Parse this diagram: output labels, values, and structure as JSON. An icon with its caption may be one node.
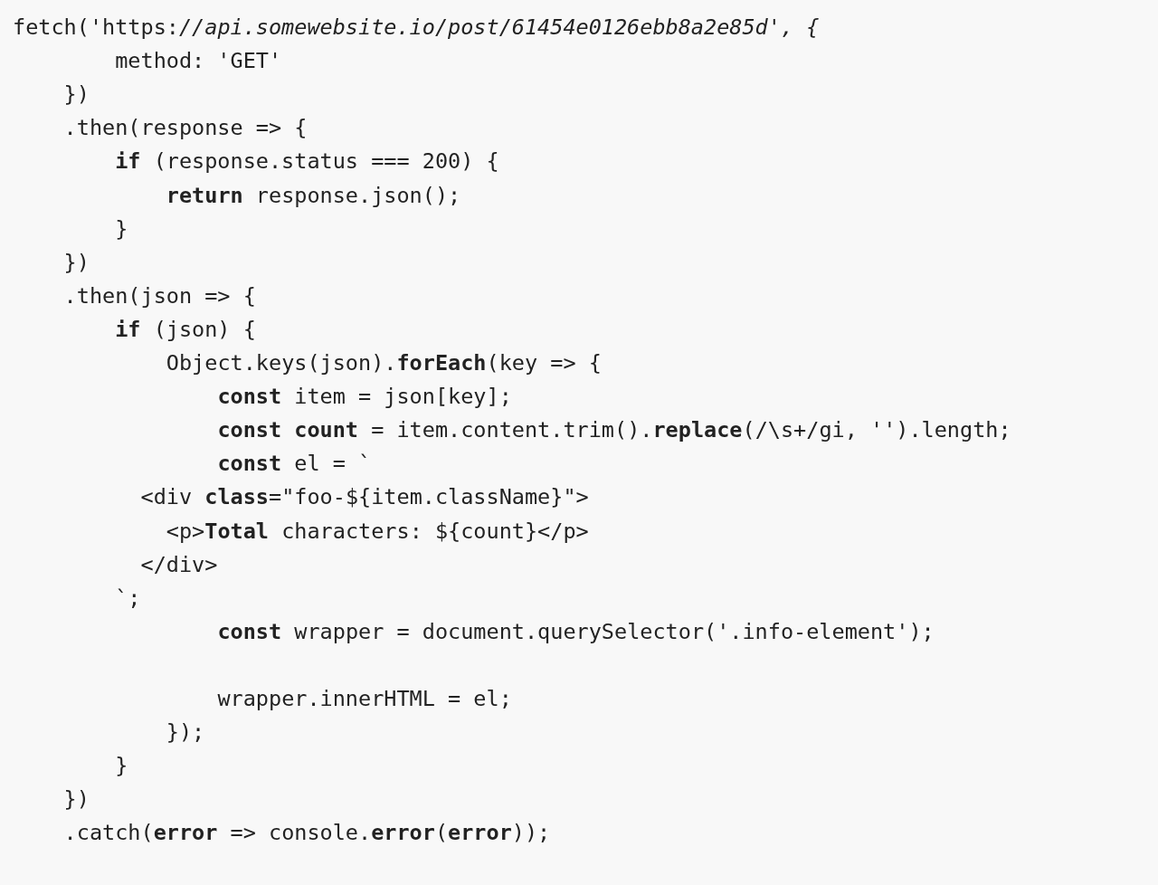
{
  "diagram": {
    "labels": [
      "fetch('https:*//api.somewebsite.io/post/61454e0126ebb8a2e85d', {*",
      "method: 'GET'",
      "})",
      ".then(response => {",
      "**if** (response.status === 200) {",
      "**return** response.json();",
      "}",
      "})",
      ".then(json => {",
      "**if** (json) {",
      "Object.keys(json).**forEach**(key => {",
      "**const** item = json[key];",
      "**const count** = item.content.trim().**replace**(/\\s+/gi, '').length;",
      "**const** el = `",
      "<div **class**=\"foo-${item.className}\">",
      "<p>**Total** characters: ${count}</p>",
      "</div>",
      "`;",
      "**const** wrapper = document.querySelector('.info-element');",
      "wrapper.innerHTML = el;",
      "});",
      "}",
      "})",
      ".catch(**error** => console.**error**(**error**));"
    ]
  }
}
